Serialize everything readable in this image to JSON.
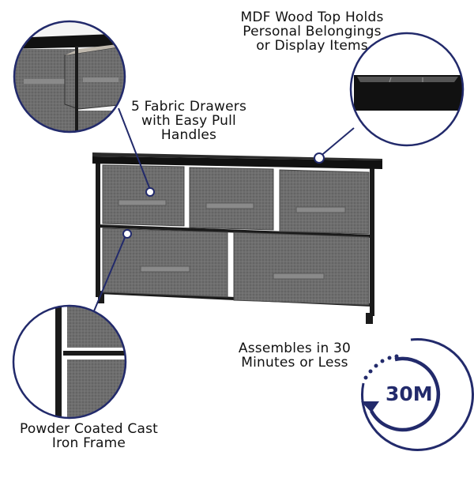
{
  "callouts": {
    "top": [
      "MDF Wood Top Holds",
      "Personal Belongings",
      "or Display Items"
    ],
    "drawers": [
      "5 Fabric Drawers",
      "with Easy Pull",
      "Handles"
    ],
    "assembly": [
      "Assembles in 30",
      "Minutes or Less"
    ],
    "frame": [
      "Powder Coated Cast",
      "Iron Frame"
    ]
  },
  "badge": {
    "label": "30M"
  },
  "colors": {
    "navy": "#222a6b",
    "fabric": "#6d6d6d",
    "frame": "#1a1a1a",
    "top": "#111111"
  },
  "drawers": {
    "top_row": 3,
    "bottom_row": 2
  }
}
